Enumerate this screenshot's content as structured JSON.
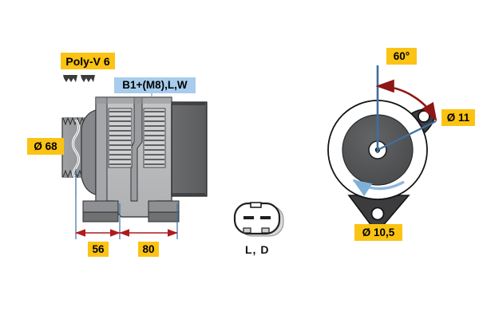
{
  "diagram": {
    "title_hidden": "Bosch alternator dimension drawing",
    "background_color": "#ffffff",
    "label_yellow": "#fbc314",
    "label_blue": "#a8cced",
    "dimension_red": "#b01b1b",
    "center_line_blue": "#3f6f9f",
    "rotation_arrow_blue": "#8fb8dc",
    "housing_light": "#b9bbbd",
    "housing_mid": "#9a9c9f",
    "housing_dark": "#5e5f61",
    "front_dark": "#3c3c3e",
    "front_inner": "#58595b"
  },
  "labels": {
    "pulley_type": "Poly-V 6",
    "terminals": "B1+(M8),L,W",
    "pulley_diameter": "Ø 68",
    "dim_left": "56",
    "dim_right": "80",
    "angle": "60°",
    "hole_upper": "Ø 11",
    "hole_lower": "Ø 10,5",
    "connector_pins": "L, D"
  },
  "views": {
    "side_view": {
      "name": "alternator-side-view",
      "parts": [
        "pulley",
        "drive-end-housing",
        "stator-vents",
        "rear-cover",
        "mounting-feet"
      ]
    },
    "front_view": {
      "name": "alternator-front-view",
      "parts": [
        "outer-rim",
        "rotor-disc",
        "shaft-center",
        "upper-mounting-lug",
        "lower-mounting-lug",
        "rotation-arrow"
      ]
    },
    "connector_view": {
      "name": "connector-detail-view",
      "parts": [
        "connector-shell",
        "pin-1",
        "pin-2"
      ]
    }
  },
  "icons": {
    "belt_profile": "poly-v-belt-profile-icon",
    "rotation": "rotation-direction-icon",
    "diameter_symbol": "diameter-symbol"
  }
}
